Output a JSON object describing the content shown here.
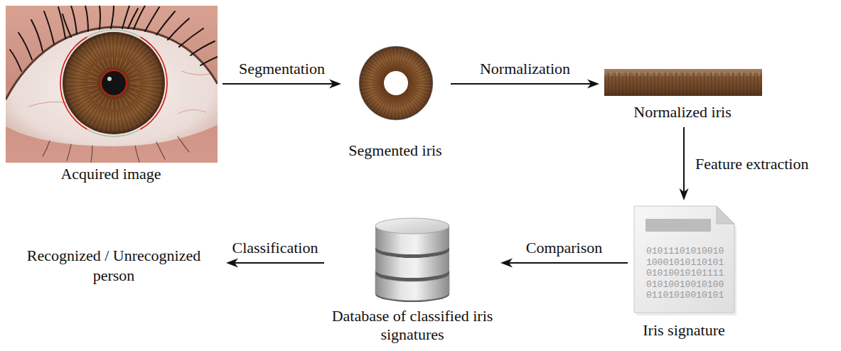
{
  "diagram": {
    "nodes": [
      {
        "text": [
          "Acquired image"
        ]
      },
      {
        "text": [
          "Segmented iris"
        ]
      },
      {
        "text": [
          "Normalized iris"
        ]
      },
      {
        "text": [
          "01011101010010 10001010110101 01010010101111 01010010010100 01101010010101",
          "Iris signature"
        ]
      },
      {
        "text": [
          "Database of classified iris signatures"
        ]
      },
      {
        "text": [
          "Recognized / Unrecognized person"
        ]
      }
    ],
    "edges": [
      {
        "from": 0,
        "to": 1,
        "arrow": "to",
        "label": "Segmentation"
      },
      {
        "from": 1,
        "to": 2,
        "arrow": "to",
        "label": "Normalization"
      },
      {
        "from": 2,
        "to": 3,
        "arrow": "to",
        "label": "Feature extraction"
      },
      {
        "from": 3,
        "to": 4,
        "arrow": "to",
        "label": "Comparison"
      },
      {
        "from": 4,
        "to": 5,
        "arrow": "to",
        "label": "Classification"
      }
    ]
  }
}
